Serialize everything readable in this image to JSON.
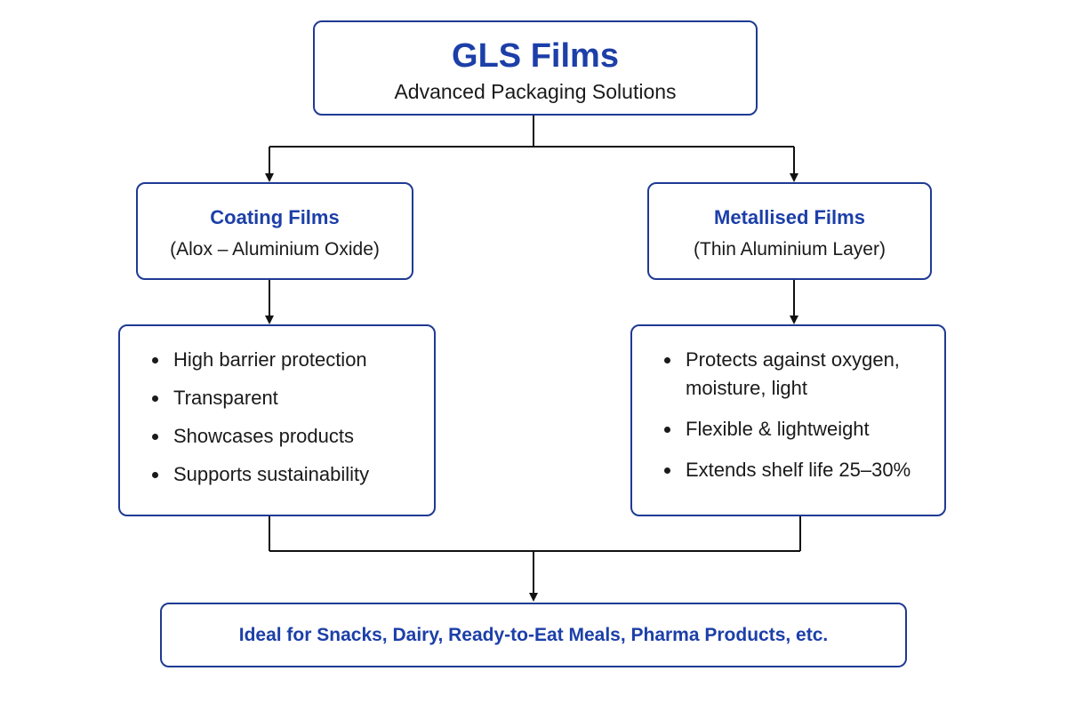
{
  "top": {
    "title": "GLS Films",
    "subtitle": "Advanced Packaging Solutions"
  },
  "left": {
    "title": "Coating Films",
    "subtitle": "(Alox – Aluminium Oxide)",
    "bullets": [
      "High barrier protection",
      "Transparent",
      "Showcases products",
      "Supports sustainability"
    ]
  },
  "right": {
    "title": "Metallised Films",
    "subtitle": "(Thin Aluminium Layer)",
    "bullets": [
      "Protects against oxygen, moisture, light",
      "Flexible & lightweight",
      "Extends shelf life 25–30%"
    ]
  },
  "bottom": {
    "text": "Ideal for Snacks, Dairy, Ready-to-Eat Meals, Pharma Products, etc."
  },
  "colors": {
    "accent": "#1c3fa8",
    "border": "#1f3a93",
    "line": "#111111"
  }
}
